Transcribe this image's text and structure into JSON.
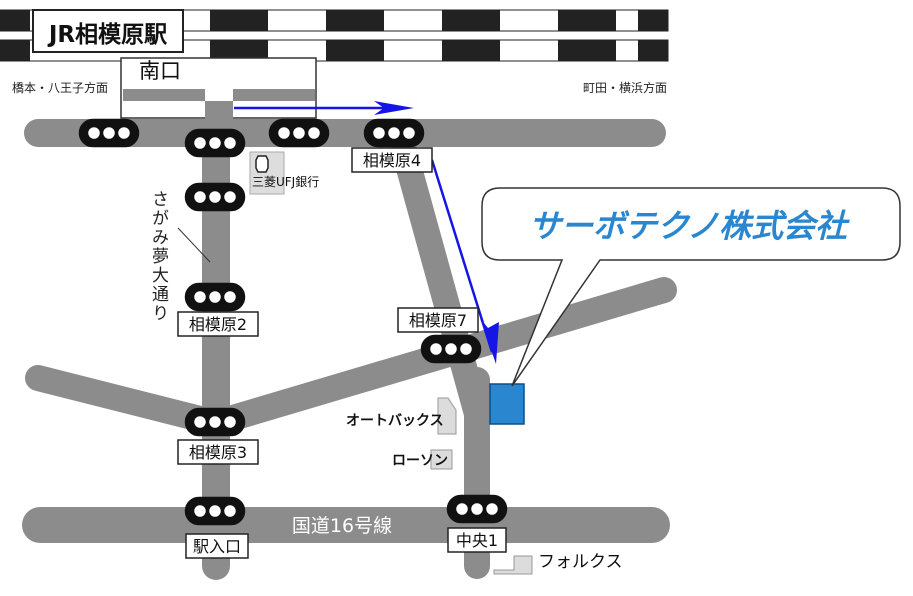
{
  "station": {
    "name": "JR相模原駅",
    "exit": "南口"
  },
  "directions": {
    "west": "橋本・八王子方面",
    "east": "町田・横浜方面"
  },
  "company": {
    "name": "サーボテクノ株式会社",
    "marker_color": "#2a86cf",
    "title_color": "#2a86cf"
  },
  "roads": {
    "street_name": "さがみ夢大通り",
    "national_route": "国道16号線",
    "road_color": "#8c8c8d"
  },
  "intersections": {
    "sagamihara4": "相模原4",
    "sagamihara7": "相模原7",
    "sagamihara2": "相模原2",
    "sagamihara3": "相模原3",
    "ekiiriguchi": "駅入口",
    "chuo1": "中央1"
  },
  "landmarks": {
    "bank": "三菱UFJ銀行",
    "autobacs": "オートバックス",
    "lawson": "ローソン",
    "folks": "フォルクス"
  },
  "route_color": "#1515e6"
}
